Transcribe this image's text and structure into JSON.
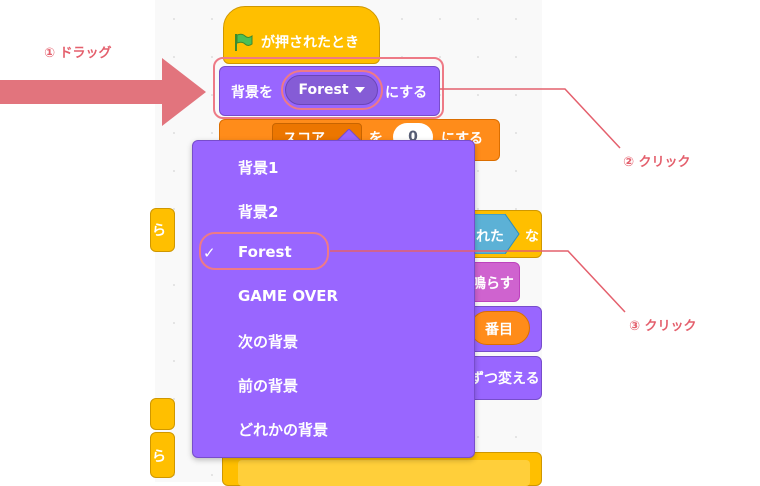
{
  "annotations": {
    "step1": "① ドラッグ",
    "step2": "② クリック",
    "step3": "③ クリック"
  },
  "colors": {
    "events": "#ffbf00",
    "looks": "#9966ff",
    "variables": "#ff8c1a",
    "sound": "#cf63cf",
    "sensing": "#5cb1d6",
    "annotation": "#e4606d"
  },
  "blocks": {
    "hat_label": "が押されたとき",
    "hat_icon": "green-flag-icon",
    "switch_backdrop_prefix": "背景を",
    "switch_backdrop_value": "Forest",
    "switch_backdrop_suffix": "にする",
    "variable_dropdown": "スコア",
    "variable_to": "を",
    "variable_value": "0",
    "variable_suffix": "にする",
    "sensing_partial": "れた",
    "sensing_after": "な",
    "sound_partial": "鳴らす",
    "number_label": "番目",
    "change_partial": "ずつ変える",
    "left_partial_1": "ら",
    "left_partial_2": "ら"
  },
  "dropdown_menu": {
    "selected_index": 2,
    "check_mark": "✓",
    "items": [
      "背景1",
      "背景2",
      "Forest",
      "GAME OVER",
      "次の背景",
      "前の背景",
      "どれかの背景"
    ]
  }
}
